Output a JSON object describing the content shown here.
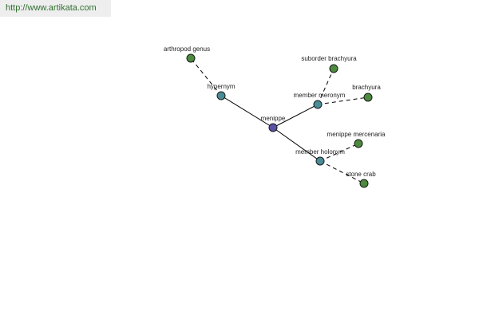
{
  "header": {
    "url": "http://www.artikata.com"
  },
  "colors": {
    "center_node": "#5a52a5",
    "relation_node": "#4a8c97",
    "leaf_node": "#4c8a3e"
  },
  "graph": {
    "nodes": [
      {
        "id": "menippe",
        "label": "menippe",
        "kind": "center"
      },
      {
        "id": "hypernym",
        "label": "hypernym",
        "kind": "relation"
      },
      {
        "id": "member-meronym",
        "label": "member meronym",
        "kind": "relation"
      },
      {
        "id": "member-holonym",
        "label": "member holonym",
        "kind": "relation"
      },
      {
        "id": "arthropod-genus",
        "label": "arthropod genus",
        "kind": "leaf"
      },
      {
        "id": "suborder-brachyura",
        "label": "suborder brachyura",
        "kind": "leaf"
      },
      {
        "id": "brachyura",
        "label": "brachyura",
        "kind": "leaf"
      },
      {
        "id": "menippe-mercenaria",
        "label": "menippe mercenaria",
        "kind": "leaf"
      },
      {
        "id": "stone-crab",
        "label": "stone crab",
        "kind": "leaf"
      }
    ],
    "edges": [
      {
        "from": "menippe",
        "to": "hypernym",
        "style": "solid"
      },
      {
        "from": "menippe",
        "to": "member-meronym",
        "style": "solid"
      },
      {
        "from": "menippe",
        "to": "member-holonym",
        "style": "solid"
      },
      {
        "from": "hypernym",
        "to": "arthropod-genus",
        "style": "dashed"
      },
      {
        "from": "member-meronym",
        "to": "suborder-brachyura",
        "style": "dashed"
      },
      {
        "from": "member-meronym",
        "to": "brachyura",
        "style": "dashed"
      },
      {
        "from": "member-holonym",
        "to": "menippe-mercenaria",
        "style": "dashed"
      },
      {
        "from": "member-holonym",
        "to": "stone-crab",
        "style": "dashed"
      }
    ]
  }
}
